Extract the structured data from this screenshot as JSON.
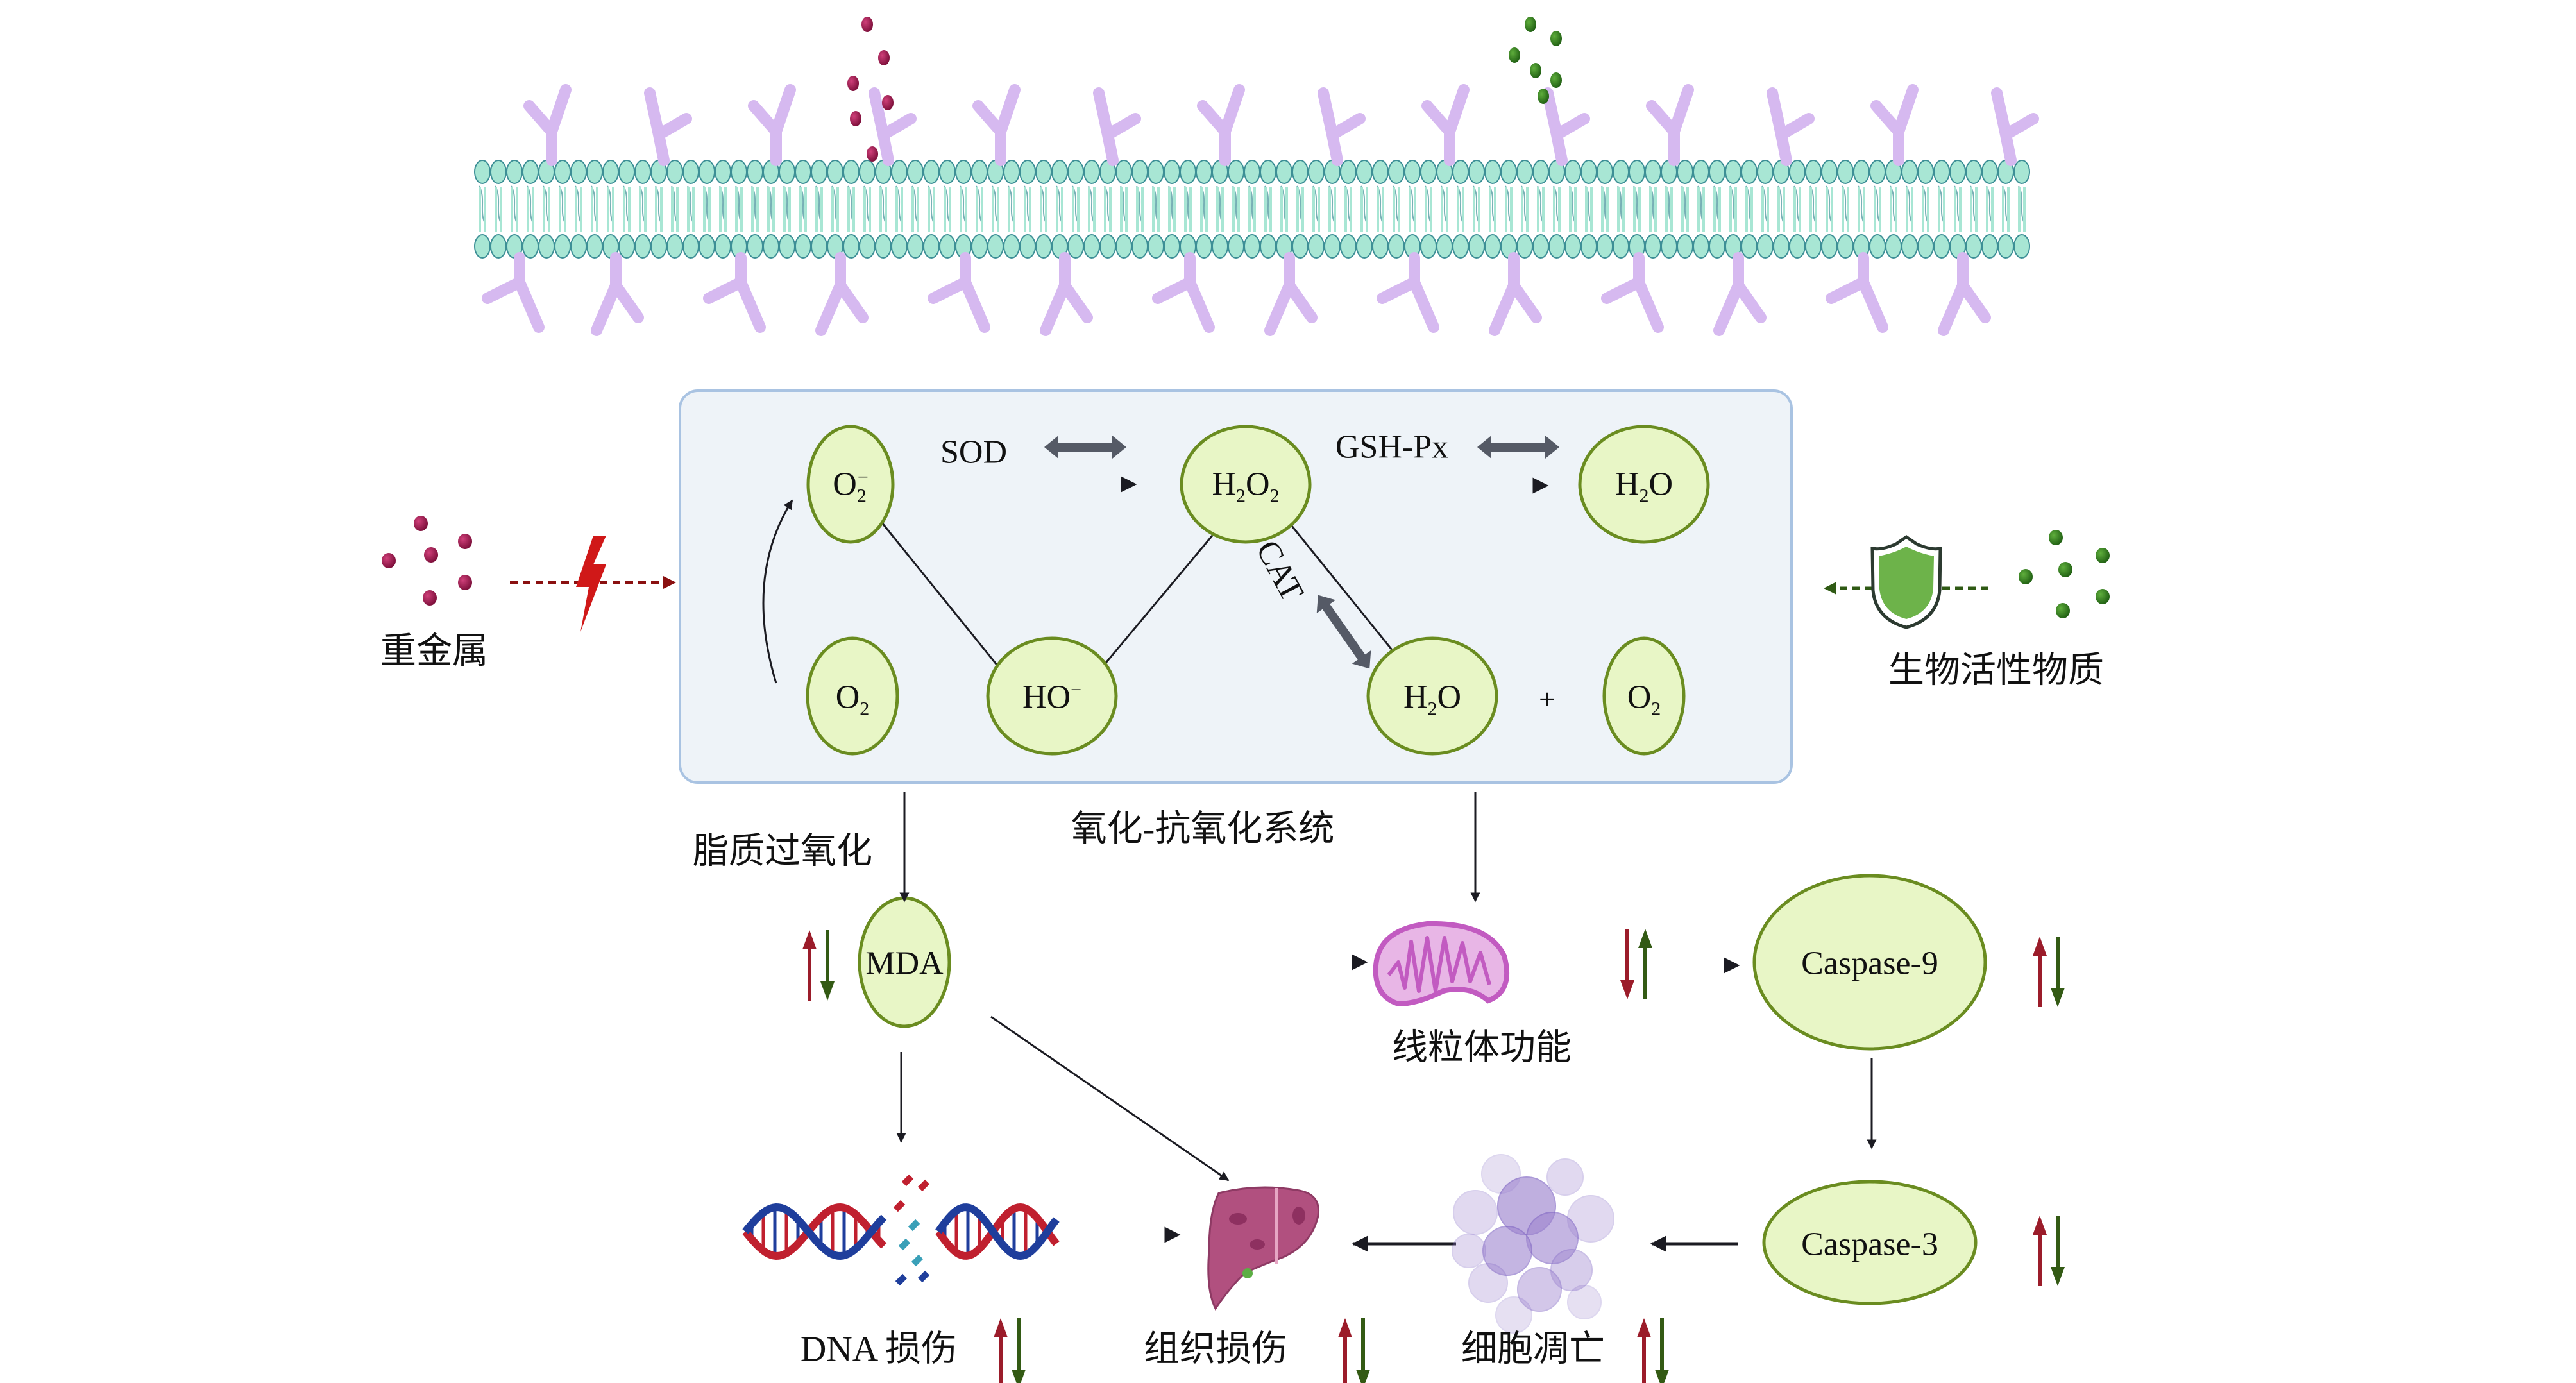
{
  "colors": {
    "membrane_head": "#a8e6d4",
    "membrane_stroke": "#3d8f96",
    "receptor": "#d6b9f0",
    "receptor_stroke": "#9a73d6",
    "heavy_metal": "#8c1240",
    "bioactive": "#2f7d1b",
    "node_fill": "#e8f6c6",
    "node_stroke": "#6a8c20",
    "box_fill": "#eef3f8",
    "box_border": "#a9c3e2",
    "arrow_up_red": "#9b1c2a",
    "arrow_down_green": "#335a14",
    "enzyme_arrow": "#555a66",
    "bolt": "#d01818",
    "shield": "#6db34a",
    "mito": "#d87ad6",
    "liver": "#b1507f",
    "apoptosis": "#9e85cf"
  },
  "labels": {
    "heavy_metal": "重金属",
    "bioactive": "生物活性物质",
    "box_title": "氧化-抗氧化系统",
    "lipid_peroxidation": "脂质过氧化",
    "mito_function": "线粒体功能",
    "dna_damage": "DNA 损伤",
    "tissue_damage": "组织损伤",
    "apoptosis": "细胞凋亡",
    "plus": "+"
  },
  "enzymes": {
    "sod": "SOD",
    "gsh_px": "GSH-Px",
    "cat": "CAT"
  },
  "nodes": {
    "superoxide": {
      "base": "O",
      "sub": "2",
      "sup": "−"
    },
    "h2o2": {
      "parts": [
        "H",
        "2",
        "O",
        "2"
      ]
    },
    "h2o_top": {
      "parts": [
        "H",
        "2",
        "O"
      ]
    },
    "o2_bottom_left": {
      "base": "O",
      "sub": "2"
    },
    "hydroxide": {
      "base": "HO",
      "sup": "−"
    },
    "h2o_bottom": {
      "parts": [
        "H",
        "2",
        "O"
      ]
    },
    "o2_bottom_right": {
      "base": "O",
      "sub": "2"
    },
    "mda": "MDA",
    "caspase9": "Caspase-9",
    "caspase3": "Caspase-3"
  },
  "regulation": {
    "mda": [
      "up-red",
      "down-green"
    ],
    "mito": [
      "down-red",
      "up-green"
    ],
    "caspase9": [
      "up-red",
      "down-green"
    ],
    "caspase3": [
      "up-red",
      "down-green"
    ],
    "dna_damage": [
      "up-red",
      "down-green"
    ],
    "tissue_damage": [
      "up-red",
      "down-green"
    ],
    "apoptosis": [
      "up-red",
      "down-green"
    ]
  },
  "icons": {
    "membrane": "cell-membrane-icon",
    "heavy_metal_particles": "particles-icon",
    "lightning": "lightning-bolt-icon",
    "shield": "shield-icon",
    "mitochondrion": "mitochondrion-icon",
    "dna": "broken-dna-icon",
    "liver": "liver-icon",
    "apoptotic_cell": "apoptotic-cell-icon"
  }
}
